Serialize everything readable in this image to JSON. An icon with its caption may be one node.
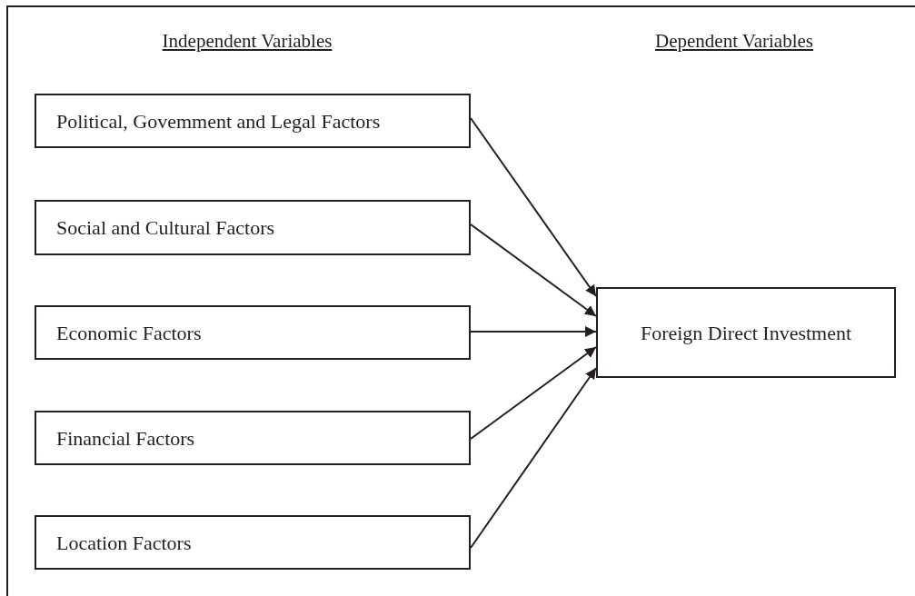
{
  "diagram": {
    "nodes": [
      {
        "text": [
          "Political, Govemment and Legal Factors"
        ]
      },
      {
        "text": [
          "Social and Cultural Factors"
        ]
      },
      {
        "text": [
          "Economic Factors"
        ]
      },
      {
        "text": [
          "Financial Factors"
        ]
      },
      {
        "text": [
          "Location Factors"
        ]
      },
      {
        "text": [
          "Foreign Direct Investment"
        ]
      }
    ],
    "edges": [
      {
        "from": 0,
        "to": 5,
        "arrow": "to"
      },
      {
        "from": 1,
        "to": 5,
        "arrow": "to"
      },
      {
        "from": 2,
        "to": 5,
        "arrow": "to"
      },
      {
        "from": 3,
        "to": 5,
        "arrow": "to"
      },
      {
        "from": 4,
        "to": 5,
        "arrow": "to"
      }
    ],
    "labels": [
      "Independent Variables",
      "Dependent Variables"
    ]
  }
}
